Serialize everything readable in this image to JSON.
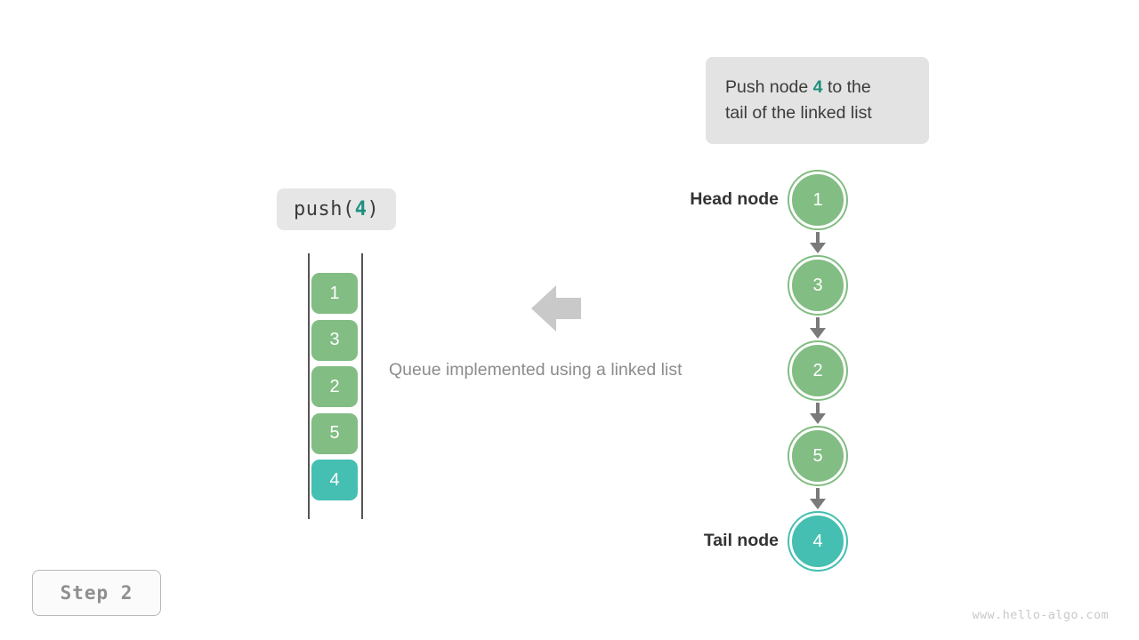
{
  "colors": {
    "node_green": "#82bd83",
    "node_teal": "#45bfb1",
    "edge_gray": "#7a7a7a",
    "accent_teal_text": "#1f907f",
    "callout_bg": "#e3e3e3",
    "chip_bg": "#e6e6e6",
    "rail_gray": "#555555",
    "caption_gray": "#8c8c8c",
    "arrow_gray": "#c9c9c9"
  },
  "callout": {
    "line1_pre": "Push node ",
    "highlight": "4",
    "line1_post": " to the",
    "line2": "tail of the linked list"
  },
  "operation_chip": {
    "prefix": "push(",
    "argument": "4",
    "suffix": ")"
  },
  "queue_column": {
    "cells": [
      {
        "value": "1",
        "color": "#82bd83",
        "highlighted": false
      },
      {
        "value": "3",
        "color": "#82bd83",
        "highlighted": false
      },
      {
        "value": "2",
        "color": "#82bd83",
        "highlighted": false
      },
      {
        "value": "5",
        "color": "#82bd83",
        "highlighted": false
      },
      {
        "value": "4",
        "color": "#45bfb1",
        "highlighted": true
      }
    ]
  },
  "caption": "Queue implemented using a linked list",
  "linked_list": {
    "head_label": "Head node",
    "tail_label": "Tail node",
    "nodes": [
      {
        "value": "1",
        "color": "#82bd83",
        "highlighted": false
      },
      {
        "value": "3",
        "color": "#82bd83",
        "highlighted": false
      },
      {
        "value": "2",
        "color": "#82bd83",
        "highlighted": false
      },
      {
        "value": "5",
        "color": "#82bd83",
        "highlighted": false
      },
      {
        "value": "4",
        "color": "#45bfb1",
        "highlighted": true
      }
    ]
  },
  "step_badge": "Step 2",
  "watermark": "www.hello-algo.com"
}
